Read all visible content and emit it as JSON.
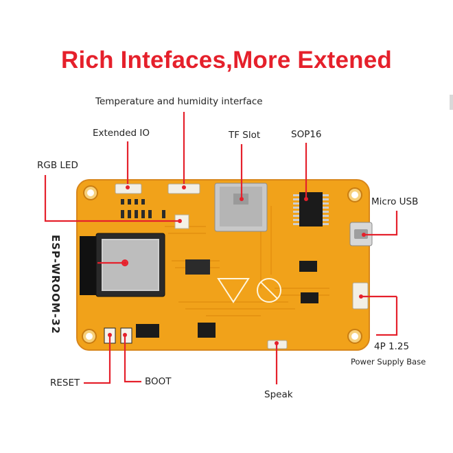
{
  "title": "Rich Intefaces,More Extened",
  "labels": {
    "temp_humidity": "Temperature and humidity interface",
    "extended_io": "Extended IO",
    "tf_slot": "TF Slot",
    "sop16": "SOP16",
    "rgb_led": "RGB LED",
    "micro_usb": "Micro USB",
    "esp_module": "ESP-WROOM-32",
    "power_base_line1": "4P 1.25",
    "power_base_line2": "Power Supply Base",
    "reset": "RESET",
    "boot": "BOOT",
    "speak": "Speak"
  },
  "colors": {
    "title": "#e5202b",
    "callout": "#e5202b",
    "pcb": "#f1a21a",
    "pcb_edge": "#d8861a",
    "module": "#111111"
  }
}
